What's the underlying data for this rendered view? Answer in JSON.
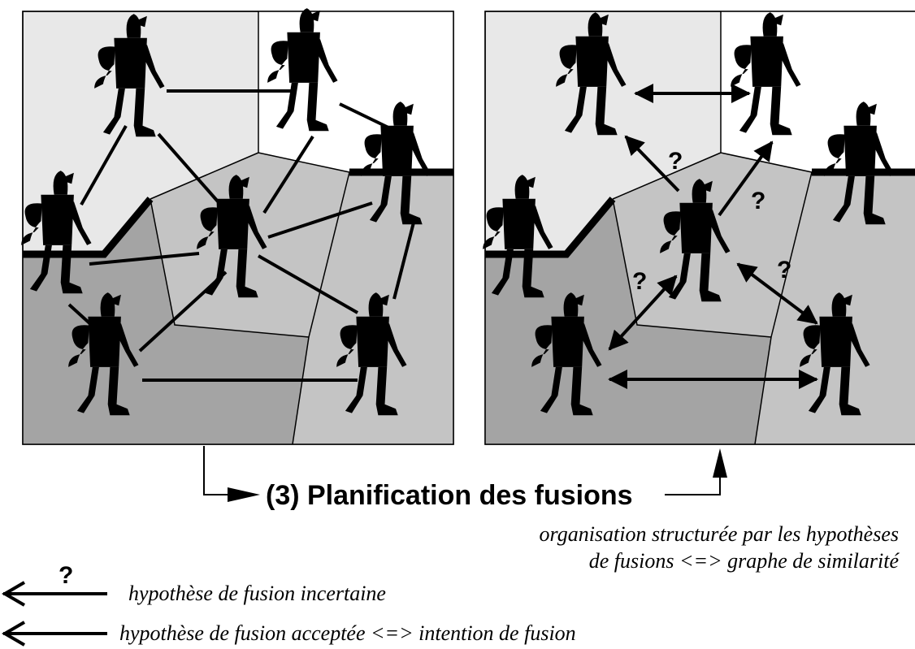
{
  "title": "(3) Planification des fusions",
  "subtitle_lines": [
    "organisation structurée par les hypothèses",
    "de fusions <=> graphe de similarité"
  ],
  "question_mark": "?",
  "legend": {
    "uncertain": "hypothèse de fusion incertaine",
    "accepted": "hypothèse de fusion acceptée <=> intention de fusion"
  },
  "colors": {
    "light_region": "#e8e8e8",
    "mid_region": "#c4c4c4",
    "dark_region": "#a4a4a4",
    "white_region": "#ffffff",
    "ink": "#000000"
  }
}
